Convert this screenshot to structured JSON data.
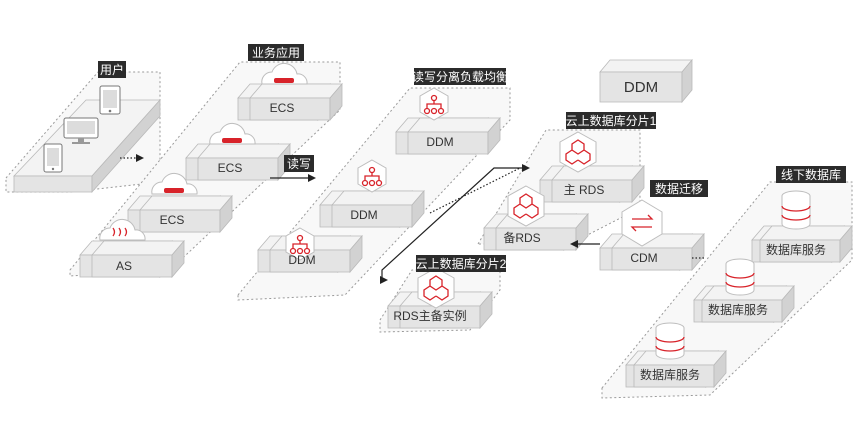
{
  "groups": {
    "user": "用户",
    "business_app": "业务应用",
    "read_write": "读写",
    "rw_lb": "读写分离负载均衡",
    "shard1": "云上数据库分片1",
    "shard2": "云上数据库分片2",
    "data_migration": "数据迁移",
    "offline_db": "线下数据库"
  },
  "nodes": {
    "ecs_top": "ECS",
    "ecs_mid": "ECS",
    "ecs_bot": "ECS",
    "as": "AS",
    "ddm_top": "DDM",
    "ddm_mid": "DDM",
    "ddm_bot": "DDM",
    "ddm_standalone": "DDM",
    "main_rds": "主 RDS",
    "backup_rds": "备RDS",
    "rds_primary_backup": "RDS主备实例",
    "cdm": "CDM",
    "db_service_1": "数据库服务",
    "db_service_2": "数据库服务",
    "db_service_3": "数据库服务"
  },
  "icons": {
    "device": "device-icon",
    "cloud": "cloud-icon",
    "ddm": "ddm-icon",
    "rds": "rds-icon",
    "cdm": "cdm-icon",
    "database": "database-icon"
  },
  "colors": {
    "accent": "#d8232a",
    "tag_bg": "#2b2b2b"
  }
}
